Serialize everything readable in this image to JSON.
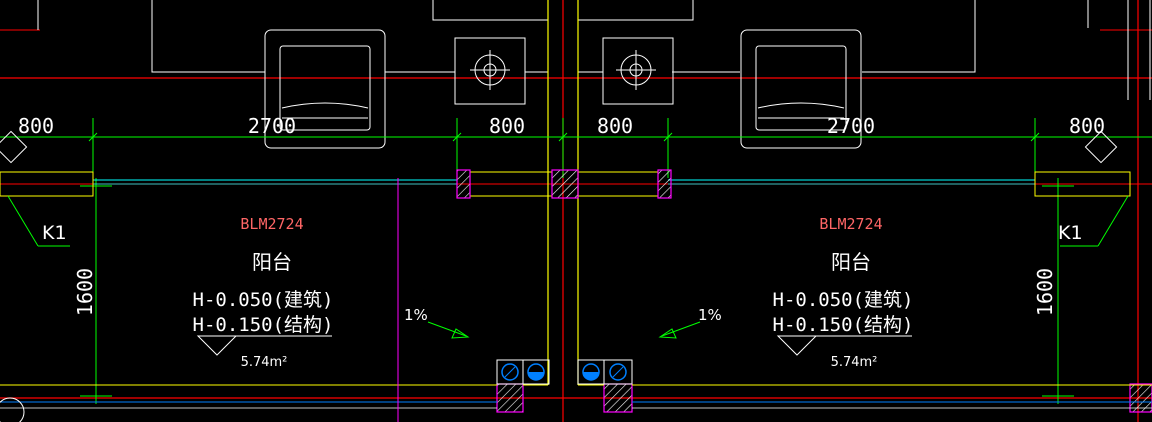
{
  "dimensions": {
    "top": [
      "800",
      "2700",
      "800",
      "800",
      "2700",
      "800"
    ],
    "side": [
      "1600",
      "1600"
    ]
  },
  "rooms": [
    {
      "code": "BLM2724",
      "name": "阳台",
      "elev_arch": "H-0.050(建筑)",
      "elev_struct": "H-0.150(结构)",
      "area": "5.74m²",
      "slope": "1%"
    },
    {
      "code": "BLM2724",
      "name": "阳台",
      "elev_arch": "H-0.050(建筑)",
      "elev_struct": "H-0.150(结构)",
      "area": "5.74m²",
      "slope": "1%"
    }
  ],
  "window_tags": [
    "K1",
    "K1"
  ],
  "colors": {
    "background": "#000000",
    "dimension_line": "#00ff00",
    "axis_red": "#ff0000",
    "wall_yellow": "#ffff00",
    "glass_cyan": "#00ffff",
    "room_code": "#ff6666",
    "hatch_magenta": "#ff00ff",
    "furniture": "#ffffff",
    "pipe_blue": "#0080ff"
  }
}
